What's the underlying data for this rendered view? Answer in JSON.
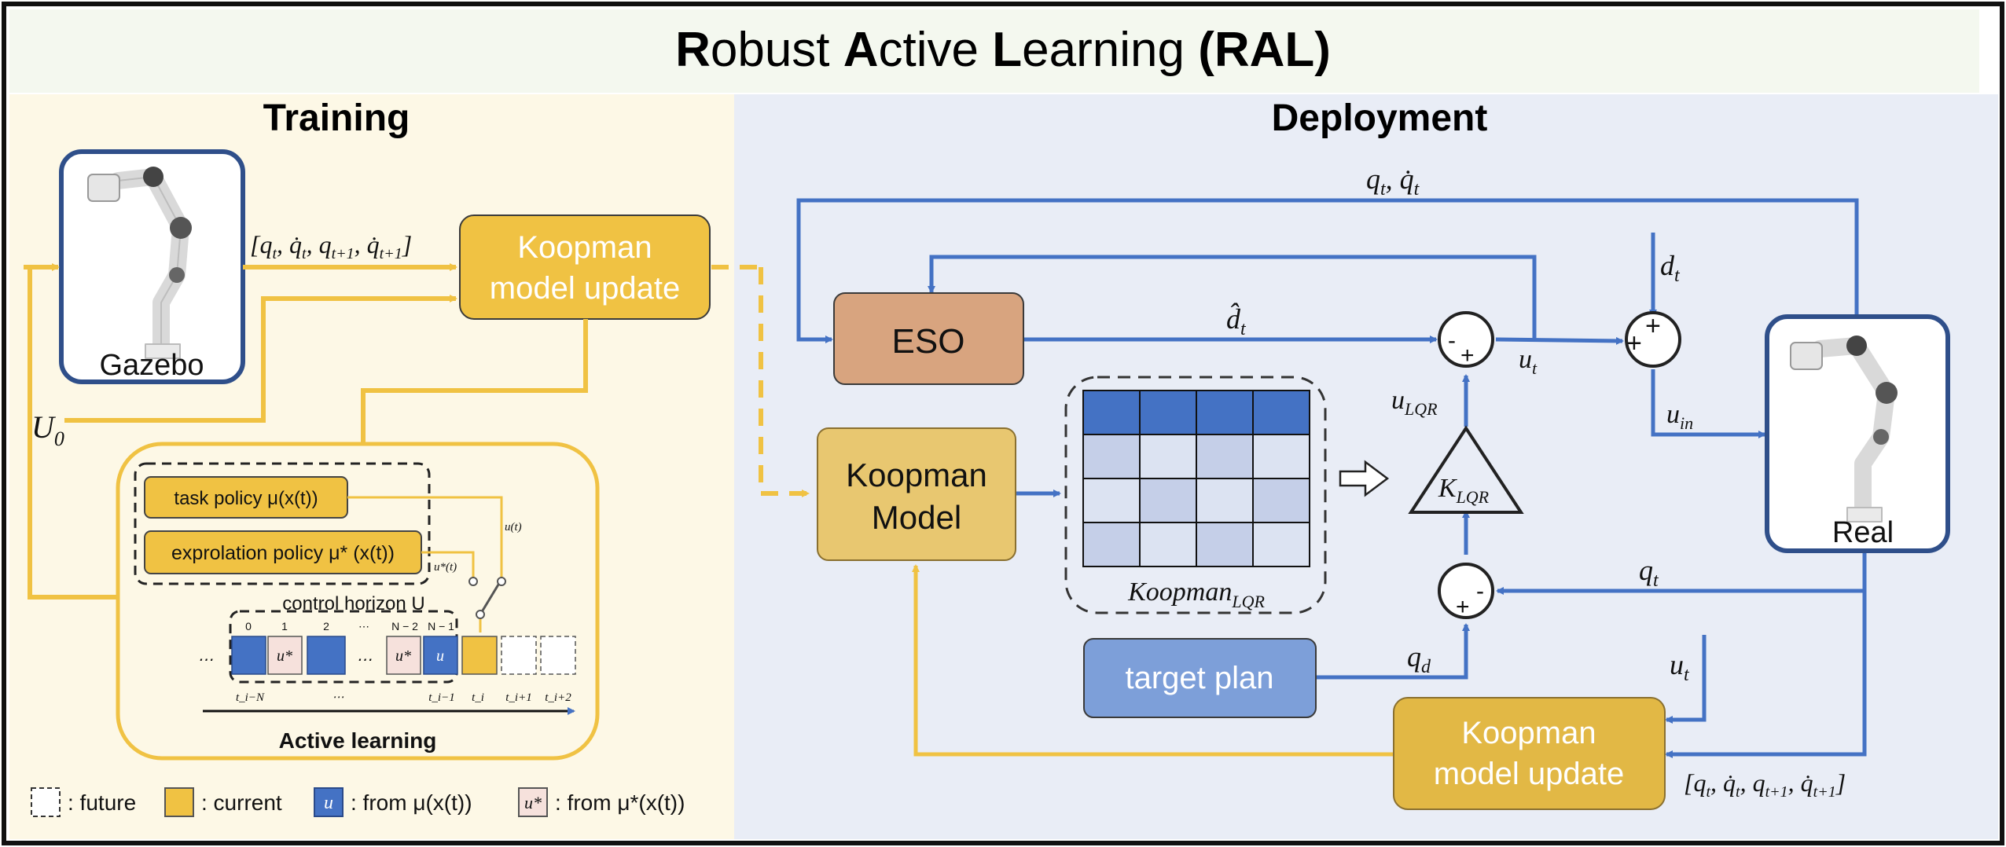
{
  "title": {
    "b1": "R",
    "r1": "obust ",
    "b2": "A",
    "r2": "ctive ",
    "b3": "L",
    "r3": "earning ",
    "b4": "(RAL)"
  },
  "sections": {
    "training": "Training",
    "deployment": "Deployment"
  },
  "training": {
    "robot_label": "Gazebo",
    "state_label": "[q_t, q̇_t, q_t+1, q̇_t+1]",
    "update_line1": "Koopman",
    "update_line2": "model update",
    "u0": "U",
    "u0_sub": "0",
    "task_policy": "task policy μ(x(t))",
    "explore_policy": "exprolation policy μ* (x(t))",
    "u_t_switch": "u(t)",
    "ustar_switch": "u*(t)",
    "horizon_label": "control horizon U",
    "horizon_indices": [
      "0",
      "1",
      "2",
      "⋯",
      "N − 2",
      "N − 1"
    ],
    "cells": [
      "⋯",
      "",
      "u*",
      "",
      "⋯",
      "u*",
      "u",
      "",
      "",
      ""
    ],
    "time_labels": [
      "t_i−N",
      "⋯",
      "t_i−1",
      "t_i",
      "t_i+1",
      "t_i+2"
    ],
    "active_learning": "Active learning"
  },
  "legend": {
    "future": ": future",
    "current": ": current",
    "from_mu": ": from μ(x(t))",
    "from_mustar": ": from μ*(x(t))",
    "u_glyph": "u",
    "ustar_glyph": "u*"
  },
  "deployment": {
    "eso": "ESO",
    "koopman_model_line1": "Koopman",
    "koopman_model_line2": "Model",
    "koopman_lqr": "Koopman_LQR",
    "klqr": "K_LQR",
    "target_plan": "target plan",
    "real_label": "Real",
    "update_line1": "Koopman",
    "update_line2": "model update",
    "feedback_top": "q_t, q̇_t",
    "dhat": "d̂_t",
    "dt": "d_t",
    "ut_mid": "u_t",
    "uin": "u_in",
    "ulqr": "u_LQR",
    "qt_fb": "q_t",
    "qd": "q_d",
    "ut_bottom": "u_t",
    "state_bottom": "[q_t, q̇_t, q_t+1, q̇_t+1]",
    "sum1_minus": "-",
    "sum1_plus": "+",
    "sum2_plus_a": "+",
    "sum2_plus_b": "+",
    "sum3_minus": "-",
    "sum3_plus": "+"
  },
  "colors": {
    "blue_line": "#4472c4",
    "yellow": "#f0c243",
    "yellow_line": "#f0c243",
    "training_bg": "#fdf8e6",
    "deploy_bg": "#e9edf6",
    "eso_fill": "#d8a47f",
    "koopman_fill": "#e8c770",
    "target_fill": "#7d9fd9",
    "robot_border": "#2f4f8a"
  }
}
